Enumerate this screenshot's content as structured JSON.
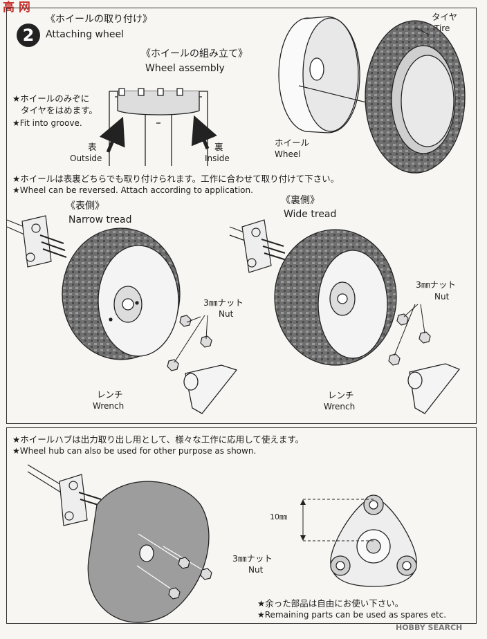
{
  "watermark_top": "高 网",
  "watermark_bottom": "HOBBY SEARCH",
  "step": {
    "number": "2",
    "title_jp": "《ホイールの取り付け》",
    "title_en": "Attaching wheel"
  },
  "assembly": {
    "title_jp": "《ホイールの組み立て》",
    "title_en": "Wheel assembly",
    "note_jp": "★ホイールのみぞに\nタイヤをはめます。",
    "note_jp_line1": "★ホイールのみぞに",
    "note_jp_line2": "タイヤをはめます。",
    "note_en": "★Fit into groove.",
    "outside_jp": "表",
    "outside_en": "Outside",
    "inside_jp": "裏",
    "inside_en": "Inside",
    "tire_jp": "タイヤ",
    "tire_en": "Tire",
    "wheel_jp": "ホイール",
    "wheel_en": "Wheel"
  },
  "reverse_note": {
    "jp": "★ホイールは表裏どちらでも取り付けられます。工作に合わせて取り付けて下さい。",
    "en": "★Wheel can be reversed. Attach according to application."
  },
  "narrow": {
    "title_jp": "《表側》",
    "title_en": "Narrow tread",
    "nut_jp": "3㎜ナット",
    "nut_en": "Nut",
    "wrench_jp": "レンチ",
    "wrench_en": "Wrench"
  },
  "wide": {
    "title_jp": "《裏側》",
    "title_en": "Wide tread",
    "nut_jp": "3㎜ナット",
    "nut_en": "Nut",
    "wrench_jp": "レンチ",
    "wrench_en": "Wrench"
  },
  "hub": {
    "note_jp": "★ホイールハブは出力取り出し用として、様々な工作に応用して使えます。",
    "note_en": "★Wheel hub can also be used for other purpose as shown.",
    "nut_jp": "3㎜ナット",
    "nut_en": "Nut",
    "dimension": "10㎜",
    "spares_jp": "★余った部品は自由にお使い下さい。",
    "spares_en": "★Remaining parts can be used as spares etc."
  }
}
